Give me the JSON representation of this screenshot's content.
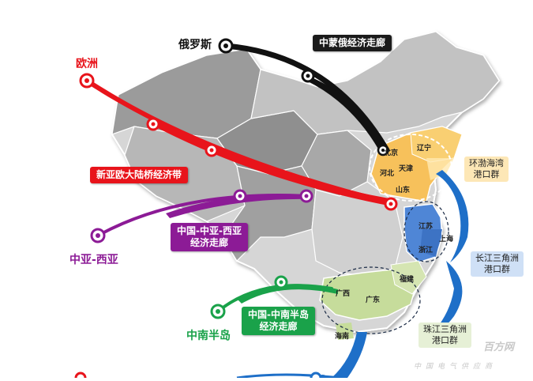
{
  "destinations": {
    "russia": "俄罗斯",
    "europe": "欧洲",
    "central_west_asia": "中亚-西亚",
    "indochina": "中南半岛"
  },
  "corridors": {
    "china_mongolia_russia": "中蒙俄经济走廊",
    "new_eurasian_land_bridge": "新亚欧大陆桥经济带",
    "china_central_west_asia": [
      "中国-中亚-西亚",
      "经济走廊"
    ],
    "china_indochina": [
      "中国-中南半岛",
      "经济走廊"
    ]
  },
  "port_groups": {
    "bohai": [
      "环渤海湾",
      "港口群"
    ],
    "yangtze": [
      "长江三角洲",
      "港口群"
    ],
    "pearl": [
      "珠江三角洲",
      "港口群"
    ]
  },
  "provinces": {
    "beijing": "北京",
    "liaoning": "辽宁",
    "tianjin": "天津",
    "hebei": "河北",
    "shandong": "山东",
    "jiangsu": "江苏",
    "shanghai": "上海",
    "zhejiang": "浙江",
    "fujian": "福建",
    "guangxi": "广西",
    "guangdong": "广东",
    "hainan": "海南"
  },
  "watermark": {
    "brand": "百方网",
    "tagline": "中国电气供应商"
  },
  "colors": {
    "russia_route": "#111111",
    "europe_route": "#e8141b",
    "central_asia_route": "#8c1b96",
    "indochina_route": "#1aa24a",
    "port_arrows": "#1e6fc8",
    "bohai_region": "#f7c15b",
    "yangtze_region": "#4f86d6",
    "pearl_region": "#c6dc9b"
  }
}
